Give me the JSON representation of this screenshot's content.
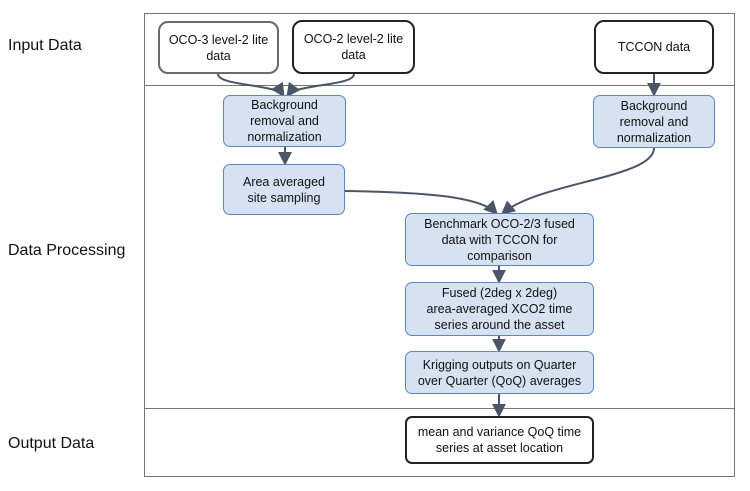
{
  "sections": {
    "input": "Input Data",
    "processing": "Data Processing",
    "output": "Output Data"
  },
  "nodes": {
    "oco3": "OCO-3 level-2 lite\ndata",
    "oco2": "OCO-2 level-2 lite\ndata",
    "tccon": "TCCON data",
    "bg_left": "Background\nremoval and\nnormalization",
    "bg_right": "Background\nremoval and\nnormalization",
    "area": "Area averaged\nsite sampling",
    "bench": "Benchmark OCO-2/3 fused\ndata with TCCON for\ncomparison",
    "fused": "Fused (2deg x 2deg)\narea-averaged XCO2 time\nseries around the asset",
    "krig": "Krigging outputs on Quarter\nover Quarter (QoQ) averages",
    "output": "mean and variance QoQ time\nseries at asset location"
  },
  "colors": {
    "process_fill": "#d6e2f2",
    "process_border": "#5d86c6",
    "edge": "#4a5568"
  }
}
